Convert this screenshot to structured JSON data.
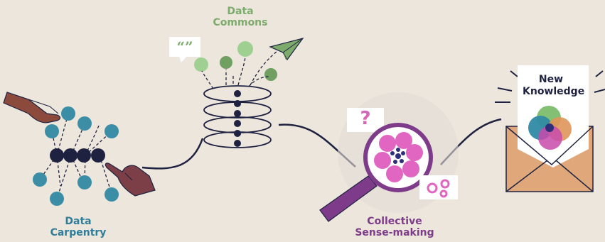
{
  "labels": {
    "data_commons": [
      "Data",
      "Commons"
    ],
    "data_carpentry": [
      "Data",
      "Carpentry"
    ],
    "collective_sense_making": [
      "Collective",
      "Sense-making"
    ],
    "new_knowledge": [
      "New",
      "Knowledge"
    ]
  },
  "glyphs": {
    "quote": "“”",
    "question": "?"
  },
  "icons": [
    "speech-bubble-icon",
    "paper-plane-icon",
    "database-icon",
    "hand-icon",
    "magnifying-glass-icon",
    "gears-icon",
    "envelope-icon",
    "venn-diagram-icon"
  ],
  "colors": {
    "background": "#ece6dd",
    "commons": "#7dab6c",
    "carpentry": "#2f7d99",
    "sense_making": "#7e3b8a",
    "navy": "#1e2240",
    "pink": "#e066c2",
    "envelope": "#e0a87a"
  }
}
